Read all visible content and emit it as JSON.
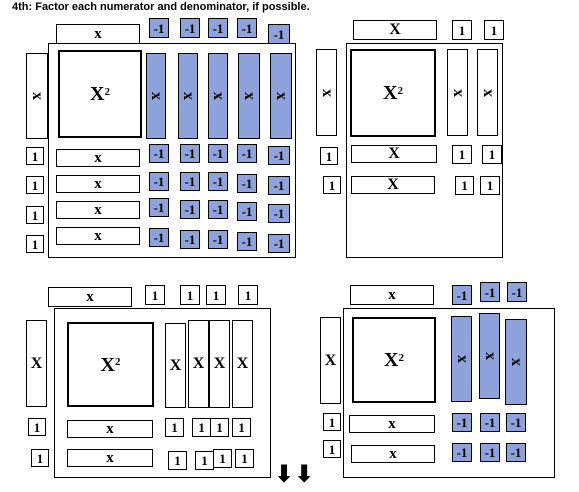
{
  "title": "4th:  Factor each numerator and denominator, if possible.",
  "labels": {
    "x": "x",
    "X": "X",
    "x_squared_base": "X",
    "x_squared_exp": "2",
    "one": "1",
    "neg_one": "-1",
    "down_arrows": "⬇⬇"
  },
  "colors": {
    "negative_tile": "#8ea3dc",
    "positive_tile": "#ffffff"
  }
}
